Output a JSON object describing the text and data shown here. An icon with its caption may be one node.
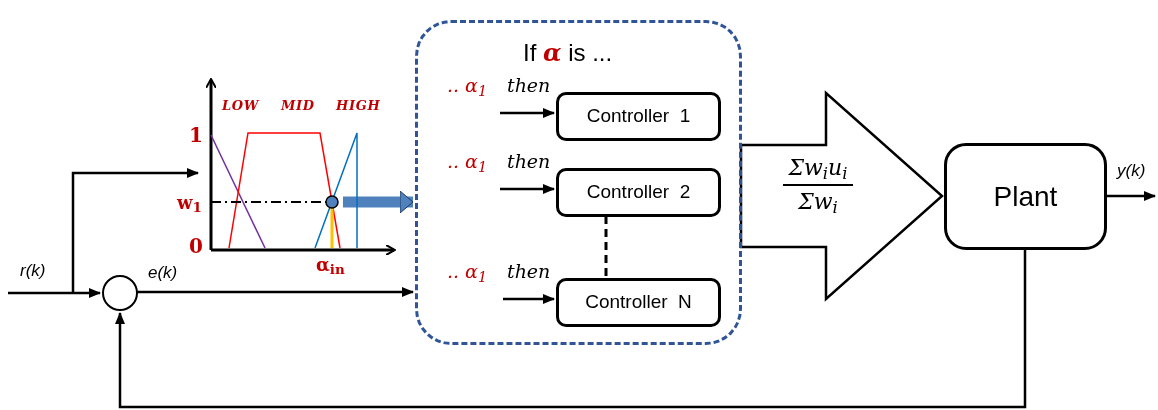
{
  "diagram": {
    "nodes": [
      {
        "text": [],
        "shape": "circle"
      },
      {
        "text": [
          "LOW",
          "MID",
          "HIGH"
        ],
        "beside": [
          "1",
          "w$_{1}$",
          "0",
          "α$_{in}$"
        ]
      },
      {
        "text": [
          "If **α** is ..."
        ]
      },
      {
        "text": [
          "Controller  1"
        ],
        "in": 2,
        "beside": [
          ".. α$_{1}$",
          "then"
        ]
      },
      {
        "text": [
          "Controller  2"
        ],
        "in": 2,
        "beside": [
          ".. α$_{1}$",
          "then"
        ]
      },
      {
        "text": [
          "Controller  N"
        ],
        "in": 2,
        "beside": [
          ".. α$_{1}$",
          "then"
        ]
      },
      {
        "text": [
          "Σw$_{i}$u$_{i}$",
          "Σw$_{i}$"
        ]
      },
      {
        "text": [
          "Plant"
        ]
      }
    ],
    "edges": [
      {
        "from": null,
        "to": 0,
        "arrow": "to",
        "label": "r(k)"
      },
      {
        "from": null,
        "to": 1,
        "arrow": "to"
      },
      {
        "from": 0,
        "to": 2,
        "arrow": "to",
        "label": "e(k)"
      },
      {
        "from": 1,
        "to": 2,
        "arrow": "to",
        "style": "thick",
        "color": "#4f81bd"
      },
      {
        "from": null,
        "to": 3,
        "arrow": "to"
      },
      {
        "from": null,
        "to": 4,
        "arrow": "to"
      },
      {
        "from": null,
        "to": 5,
        "arrow": "to"
      },
      {
        "from": 4,
        "to": 5,
        "arrow": "none",
        "style": "dashed"
      },
      {
        "from": 7,
        "to": null,
        "arrow": "to",
        "label": "y(k)"
      },
      {
        "from": 7,
        "to": 0,
        "arrow": "to"
      },
      {
        "from": 2,
        "to": 7,
        "arrow": "to",
        "style": "thick"
      }
    ]
  }
}
